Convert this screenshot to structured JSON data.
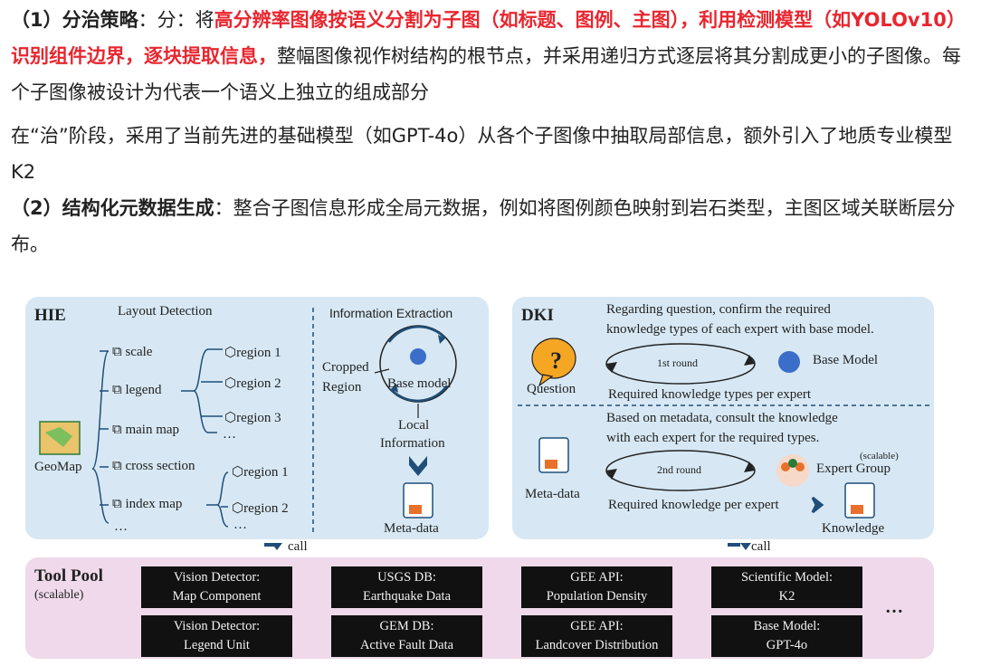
{
  "paragraphs": {
    "p1": {
      "prefix": "（1）分治策略",
      "colon": "：分：将",
      "highlight1": "高分辨率图像按语义分割为子图（如标题、图例、主图），利用检测模型（如YOLOv10）识别组件边界，逐块提取信息，",
      "rest": "整幅图像视作树结构的根节点，并采用递归方式逐层将其分割成更小的子图像。每个子图像被设计为代表一个语义上独立的组成部分"
    },
    "p2": "在“治”阶段，采用了当前先进的基础模型（如GPT-4o）从各个子图像中抽取局部信息，额外引入了地质专业模型K2",
    "p3": {
      "prefix": "（2）结构化元数据生成",
      "rest": "：整合子图信息形成全局元数据，例如将图例颜色映射到岩石类型，主图区域关联断层分布。"
    }
  },
  "figure": {
    "hie": {
      "title": "HIE",
      "layout_title": "Layout Detection",
      "extraction_title": "Information Extraction",
      "root": "GeoMap",
      "components": [
        "scale",
        "legend",
        "main map",
        "cross section",
        "index map",
        "…"
      ],
      "regions_a": [
        "region 1",
        "region 2",
        "region 3",
        "…"
      ],
      "regions_b": [
        "region 1",
        "region 2",
        "…"
      ],
      "cropped_region": [
        "Cropped",
        "Region"
      ],
      "base_model": "Base model",
      "local_info": [
        "Local",
        "Information"
      ],
      "metadata": "Meta-data"
    },
    "dki": {
      "title": "DKI",
      "top_text": [
        "Regarding question, confirm the required",
        "knowledge types of each expert with base model."
      ],
      "question": "Question",
      "round1": "1st round",
      "base_model": "Base Model",
      "req_types": "Required knowledge types per expert",
      "mid_text": [
        "Based on metadata, consult the knowledge",
        "with each expert for the required types."
      ],
      "scalable": "(scalable)",
      "expert_group": "Expert Group",
      "metadata": "Meta-data",
      "round2": "2nd round",
      "req_knowledge": "Required knowledge per expert",
      "knowledge": "Knowledge"
    },
    "call": "call",
    "toolpool": {
      "title": "Tool Pool",
      "subtitle": "(scalable)",
      "more": "…",
      "tools": [
        [
          "Vision Detector:",
          "Map Component"
        ],
        [
          "USGS DB:",
          "Earthquake Data"
        ],
        [
          "GEE API:",
          "Population Density"
        ],
        [
          "Scientific Model:",
          "K2"
        ],
        [
          "Vision Detector:",
          "Legend Unit"
        ],
        [
          "GEM DB:",
          "Active Fault Data"
        ],
        [
          "GEE API:",
          "Landcover Distribution"
        ],
        [
          "Base Model:",
          "GPT-4o"
        ]
      ]
    },
    "colors": {
      "panel": "#d7e8f4",
      "toolpool": "#efd9ea",
      "accent_red": "#e8262f",
      "navy": "#1f4e79",
      "orange": "#f5a623"
    }
  }
}
